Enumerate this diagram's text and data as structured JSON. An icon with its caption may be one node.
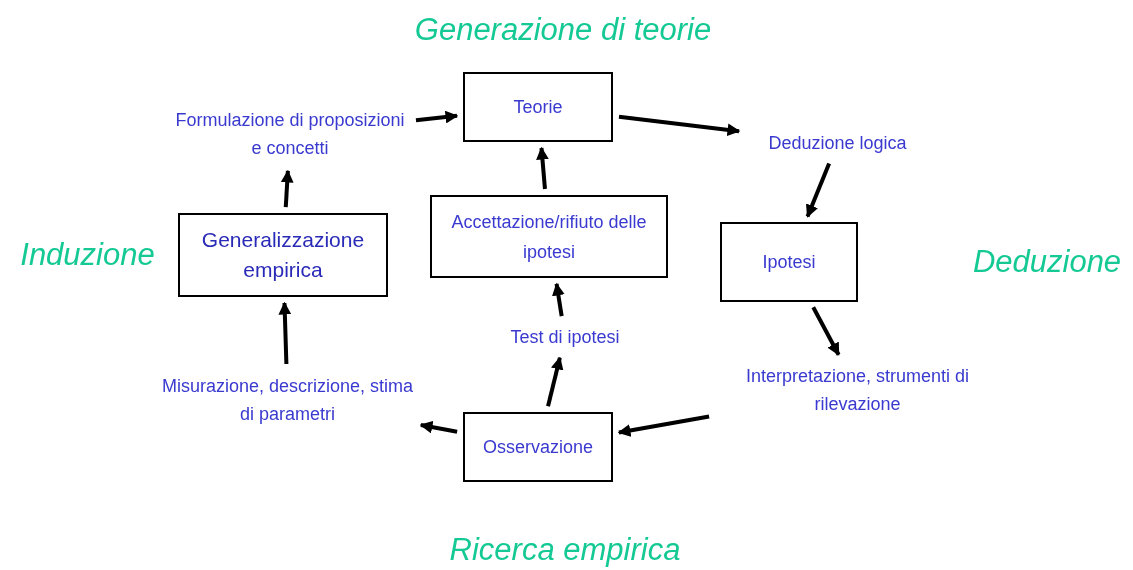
{
  "diagram": {
    "nodes": [
      {
        "text": [
          "Teorie"
        ]
      },
      {
        "text": [
          "Deduzione logica"
        ]
      },
      {
        "text": [
          "Ipotesi"
        ]
      },
      {
        "text": [
          "Interpretazione, strumenti di rilevazione"
        ]
      },
      {
        "text": [
          "Osservazione"
        ]
      },
      {
        "text": [
          "Test di ipotesi"
        ]
      },
      {
        "text": [
          "Accettazione/rifiuto delle ipotesi"
        ]
      },
      {
        "text": [
          "Misurazione, descrizione, stima di parametri"
        ]
      },
      {
        "text": [
          "Generalizzazione empirica"
        ]
      },
      {
        "text": [
          "Formulazione di proposizioni e concetti"
        ]
      }
    ],
    "edges": [
      {
        "from": 9,
        "to": 0,
        "arrow": "to"
      },
      {
        "from": 0,
        "to": 1,
        "arrow": "to"
      },
      {
        "from": 1,
        "to": 2,
        "arrow": "to"
      },
      {
        "from": 2,
        "to": 3,
        "arrow": "to"
      },
      {
        "from": 3,
        "to": 4,
        "arrow": "to"
      },
      {
        "from": 4,
        "to": 5,
        "arrow": "to"
      },
      {
        "from": 5,
        "to": 6,
        "arrow": "to"
      },
      {
        "from": 6,
        "to": 0,
        "arrow": "to"
      },
      {
        "from": 4,
        "to": 7,
        "arrow": "to"
      },
      {
        "from": 7,
        "to": 8,
        "arrow": "to"
      },
      {
        "from": 8,
        "to": 9,
        "arrow": "to"
      }
    ],
    "labels": [
      "Generazione di teorie",
      "Induzione",
      "Deduzione",
      "Ricerca empirica"
    ]
  }
}
